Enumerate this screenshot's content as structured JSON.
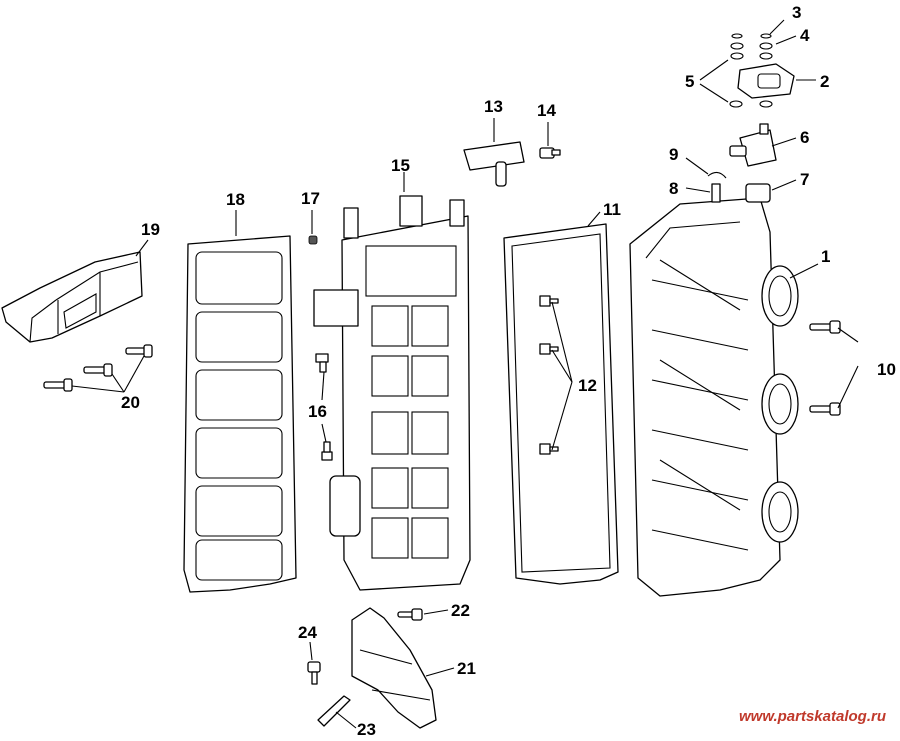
{
  "callouts": {
    "c1": "1",
    "c2": "2",
    "c3": "3",
    "c4": "4",
    "c5": "5",
    "c6": "6",
    "c7": "7",
    "c8": "8",
    "c9": "9",
    "c10": "10",
    "c11": "11",
    "c12": "12",
    "c13": "13",
    "c14": "14",
    "c15": "15",
    "c16": "16",
    "c17": "17",
    "c18": "18",
    "c19": "19",
    "c20": "20",
    "c21": "21",
    "c22": "22",
    "c23": "23",
    "c24": "24"
  },
  "watermark": "www.partskatalog.ru"
}
